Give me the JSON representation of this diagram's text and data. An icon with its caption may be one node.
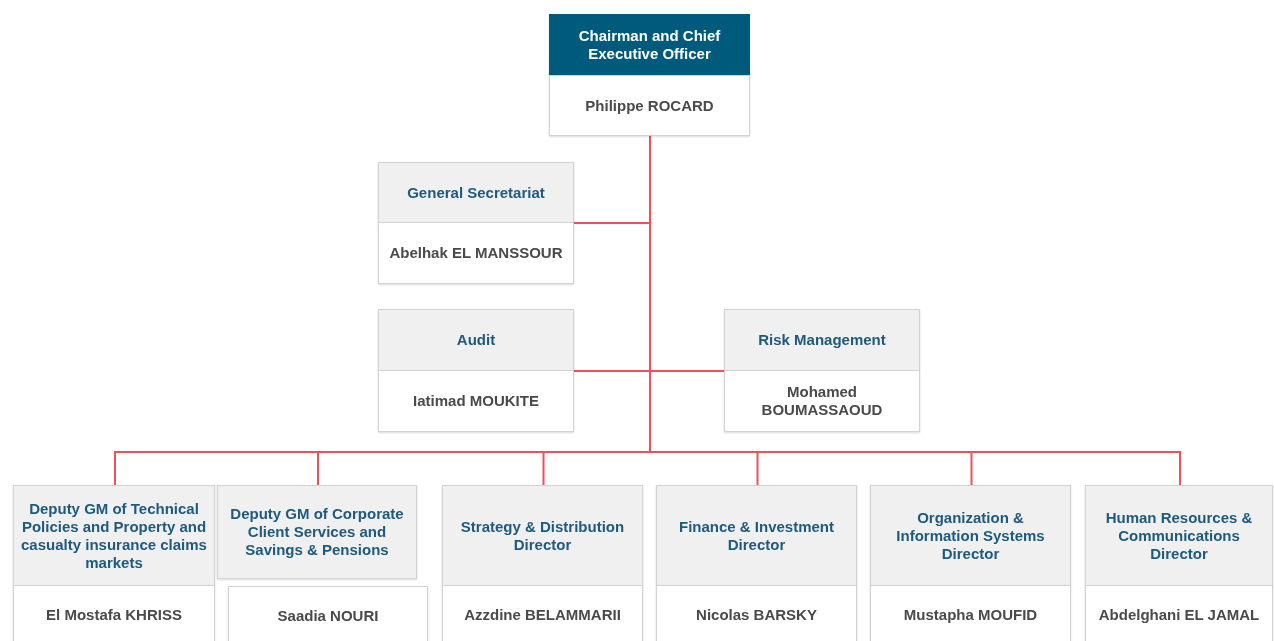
{
  "diagram": {
    "nodes": [
      {
        "text": [
          "Chairman and Chief Executive Officer",
          "Philippe ROCARD"
        ]
      },
      {
        "text": [
          "General Secretariat",
          "Abelhak EL MANSSOUR"
        ]
      },
      {
        "text": [
          "Audit",
          "Iatimad MOUKITE"
        ]
      },
      {
        "text": [
          "Risk Management",
          "Mohamed BOUMASSAOUD"
        ]
      },
      {
        "text": [
          "Deputy GM of Technical Policies and Property and casualty insurance claims markets",
          "El Mostafa KHRISS"
        ]
      },
      {
        "text": [
          "Deputy GM of Corporate Client Services and Savings & Pensions",
          "Saadia NOURI"
        ]
      },
      {
        "text": [
          "Strategy & Distribution Director",
          "Azzdine BELAMMARII"
        ]
      },
      {
        "text": [
          "Finance & Investment Director",
          "Nicolas BARSKY"
        ]
      },
      {
        "text": [
          "Organization & Information Systems Director",
          "Mustapha MOUFID"
        ]
      },
      {
        "text": [
          "Human Resources & Communications Director",
          "Abdelghani EL JAMAL"
        ]
      }
    ],
    "edges": [
      {
        "from": 0,
        "to": 1,
        "arrow": "none"
      },
      {
        "from": 0,
        "to": 2,
        "arrow": "none"
      },
      {
        "from": 0,
        "to": 3,
        "arrow": "none"
      },
      {
        "from": 0,
        "to": 4,
        "arrow": "none"
      },
      {
        "from": 0,
        "to": 5,
        "arrow": "none"
      },
      {
        "from": 0,
        "to": 6,
        "arrow": "none"
      },
      {
        "from": 0,
        "to": 7,
        "arrow": "none"
      },
      {
        "from": 0,
        "to": 8,
        "arrow": "none"
      },
      {
        "from": 0,
        "to": 9,
        "arrow": "none"
      }
    ]
  }
}
